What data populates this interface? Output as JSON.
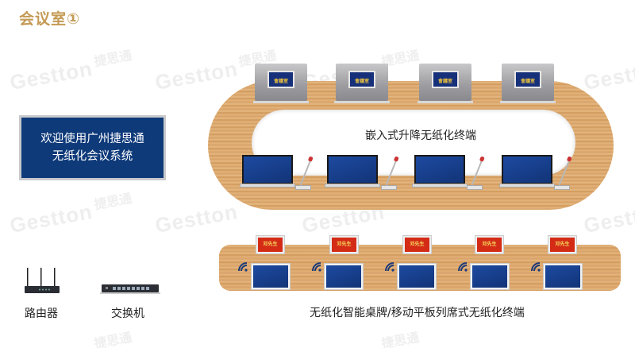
{
  "page": {
    "title": "会议室①",
    "title_color": "#c49a54"
  },
  "welcome_screen": {
    "line1": "欢迎使用广州捷思通",
    "line2": "无纸化会议系统",
    "background": "#0e3a7a"
  },
  "watermark": {
    "brand_en": "Gestton",
    "brand_cn": "捷思通"
  },
  "oval_table": {
    "label": "嵌入式升降无纸化终端",
    "lift_terminals": [
      {
        "screen_text": "會議室"
      },
      {
        "screen_text": "會議室"
      },
      {
        "screen_text": "會議室"
      },
      {
        "screen_text": "會議室"
      }
    ],
    "laptops_count": 4
  },
  "long_table": {
    "label": "无纸化智能桌牌/移动平板列席式无纸化终端",
    "nameplates": [
      {
        "text": "邓先生"
      },
      {
        "text": "邓先生"
      },
      {
        "text": "邓先生"
      },
      {
        "text": "邓先生"
      },
      {
        "text": "邓先生"
      }
    ],
    "tablets_count": 5
  },
  "devices": [
    {
      "label": "路由器",
      "icon": "router-icon"
    },
    {
      "label": "交换机",
      "icon": "switch-icon"
    }
  ]
}
